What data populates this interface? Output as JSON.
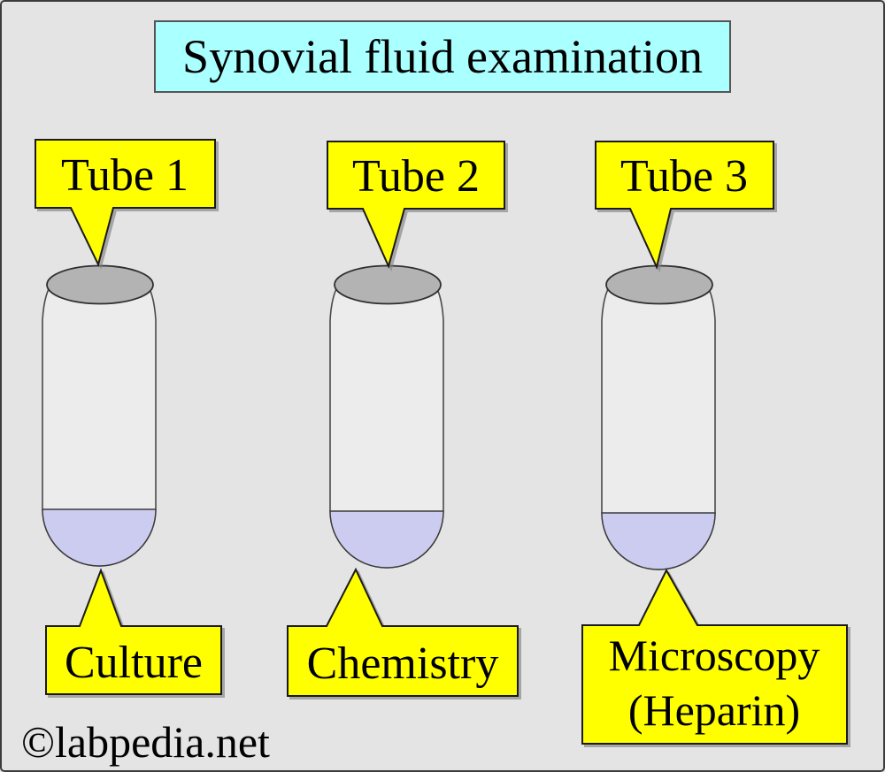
{
  "title": {
    "text": "Synovial fluid examination"
  },
  "watermark": {
    "text": "©labpedia.net"
  },
  "colors": {
    "background": "#e4e4e4",
    "title_fill": "#aaffff",
    "callout_fill": "#ffff00",
    "cap_fill": "#b3b3b3",
    "tube_fill": "#ececec",
    "fluid_fill": "#ccccf0"
  },
  "tubes": [
    {
      "id": "1",
      "top_label": "Tube 1",
      "bottom_label": "Culture"
    },
    {
      "id": "2",
      "top_label": "Tube 2",
      "bottom_label": "Chemistry"
    },
    {
      "id": "3",
      "top_label": "Tube 3",
      "bottom_label": "Microscopy",
      "bottom_label_line2": "(Heparin)"
    }
  ]
}
